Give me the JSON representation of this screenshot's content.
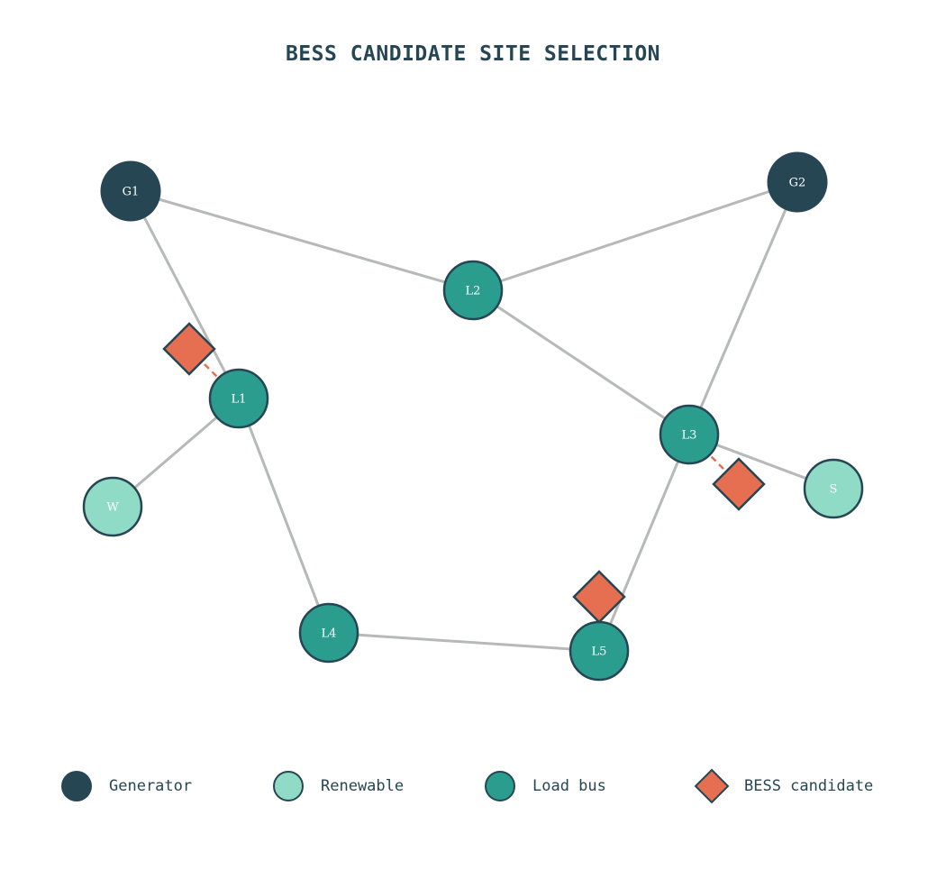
{
  "title": "BESS CANDIDATE SITE SELECTION",
  "colors": {
    "generator": "#264653",
    "renewable": "#8fdbc6",
    "load": "#2a9d8f",
    "bess": "#e76f51",
    "stroke": "#264653",
    "edge": "#b5b9b7",
    "bess_link": "#e76f51",
    "title": "#264653",
    "node_text": "#ffffff",
    "legend_text": "#264653"
  },
  "nodes": [
    {
      "id": "G1",
      "label": "G1",
      "kind": "generator"
    },
    {
      "id": "G2",
      "label": "G2",
      "kind": "generator"
    },
    {
      "id": "L1",
      "label": "L1",
      "kind": "load"
    },
    {
      "id": "L2",
      "label": "L2",
      "kind": "load"
    },
    {
      "id": "L3",
      "label": "L3",
      "kind": "load"
    },
    {
      "id": "L4",
      "label": "L4",
      "kind": "load"
    },
    {
      "id": "L5",
      "label": "L5",
      "kind": "load"
    },
    {
      "id": "W",
      "label": "W",
      "kind": "renewable"
    },
    {
      "id": "S",
      "label": "S",
      "kind": "renewable"
    }
  ],
  "edges": [
    {
      "from": "G1",
      "to": "L2"
    },
    {
      "from": "G1",
      "to": "L1"
    },
    {
      "from": "G2",
      "to": "L2"
    },
    {
      "from": "G2",
      "to": "L3"
    },
    {
      "from": "L2",
      "to": "L3"
    },
    {
      "from": "L1",
      "to": "W"
    },
    {
      "from": "L1",
      "to": "L4"
    },
    {
      "from": "L4",
      "to": "L5"
    },
    {
      "from": "L5",
      "to": "L3"
    },
    {
      "from": "L3",
      "to": "S"
    }
  ],
  "bess_candidates": [
    {
      "id": "B1",
      "near": "L1"
    },
    {
      "id": "B2",
      "near": "L3"
    },
    {
      "id": "B3",
      "near": "L5"
    }
  ],
  "legend": [
    {
      "kind": "generator",
      "shape": "circle",
      "label": "Generator"
    },
    {
      "kind": "renewable",
      "shape": "circle",
      "label": "Renewable"
    },
    {
      "kind": "load",
      "shape": "circle",
      "label": "Load bus"
    },
    {
      "kind": "bess",
      "shape": "diamond",
      "label": "BESS candidate"
    }
  ]
}
